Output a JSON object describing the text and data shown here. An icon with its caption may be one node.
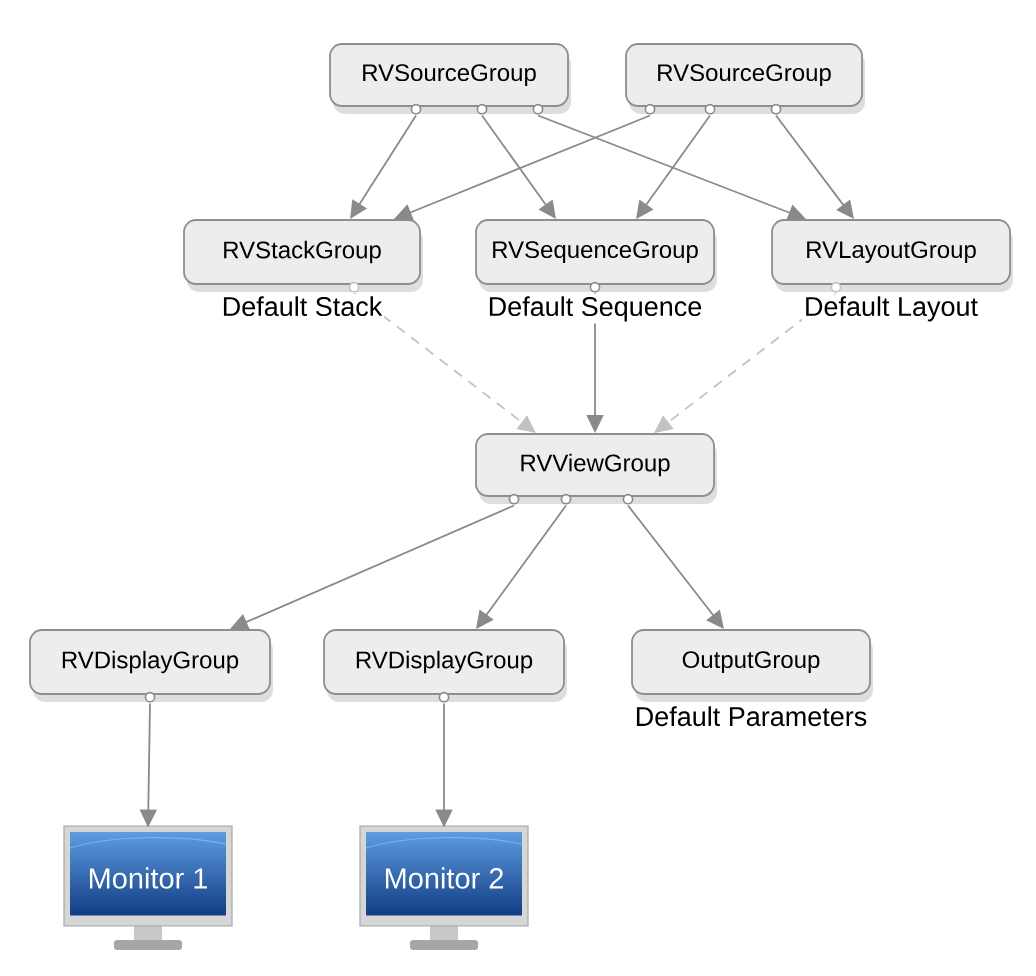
{
  "diagram": {
    "nodes": [
      {
        "text": [
          "RVSourceGroup"
        ]
      },
      {
        "text": [
          "RVSourceGroup"
        ]
      },
      {
        "text": [
          "RVStackGroup"
        ],
        "beside": [
          "Default Stack"
        ]
      },
      {
        "text": [
          "RVSequenceGroup"
        ],
        "beside": [
          "Default Sequence"
        ]
      },
      {
        "text": [
          "RVLayoutGroup"
        ],
        "beside": [
          "Default Layout"
        ]
      },
      {
        "text": [
          "RVViewGroup"
        ]
      },
      {
        "text": [
          "RVDisplayGroup"
        ]
      },
      {
        "text": [
          "RVDisplayGroup"
        ]
      },
      {
        "text": [
          "OutputGroup"
        ],
        "beside": [
          "Default Parameters"
        ]
      },
      {
        "text": [
          "Monitor 1"
        ]
      },
      {
        "text": [
          "Monitor 2"
        ]
      }
    ],
    "edges": [
      {
        "from": 0,
        "to": 2,
        "arrow": "to"
      },
      {
        "from": 0,
        "to": 3,
        "arrow": "to"
      },
      {
        "from": 0,
        "to": 4,
        "arrow": "to"
      },
      {
        "from": 1,
        "to": 2,
        "arrow": "to"
      },
      {
        "from": 1,
        "to": 3,
        "arrow": "to"
      },
      {
        "from": 1,
        "to": 4,
        "arrow": "to"
      },
      {
        "from": 2,
        "to": 5,
        "arrow": "to",
        "style": "dashed",
        "color": "#c2c2c2"
      },
      {
        "from": 3,
        "to": 5,
        "arrow": "to"
      },
      {
        "from": 4,
        "to": 5,
        "arrow": "to",
        "style": "dashed",
        "color": "#c2c2c2"
      },
      {
        "from": 5,
        "to": 6,
        "arrow": "to"
      },
      {
        "from": 5,
        "to": 7,
        "arrow": "to"
      },
      {
        "from": 5,
        "to": 8,
        "arrow": "to"
      },
      {
        "from": 6,
        "to": 9,
        "arrow": "to"
      },
      {
        "from": 7,
        "to": 10,
        "arrow": "to"
      }
    ]
  }
}
